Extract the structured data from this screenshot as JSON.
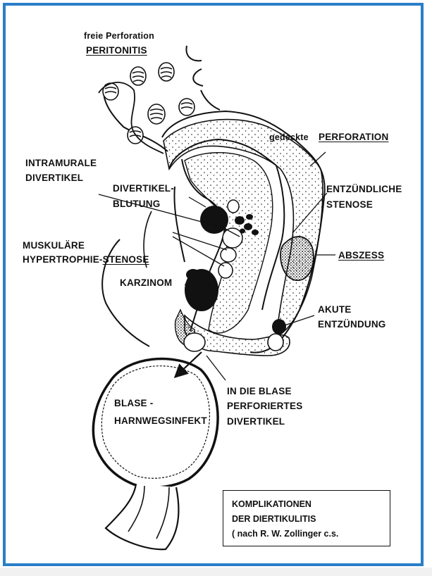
{
  "labels": {
    "freie_perforation": "freie Perforation",
    "peritonitis": "PERITONITIS",
    "gedeckte": "gedeckte",
    "perforation": "PERFORATION",
    "intramurale_1": "INTRAMURALE",
    "intramurale_2": "DIVERTIKEL",
    "blutung_1": "DIVERTIKEL-",
    "blutung_2": "BLUTUNG",
    "entzuendliche_1": "ENTZÜNDLICHE",
    "entzuendliche_2": "STENOSE",
    "muskulaere_1": "MUSKULÄRE",
    "muskulaere_2a": "HYPERTROPHIE-",
    "muskulaere_2b": "STENOSE",
    "abszess": "ABSZESS",
    "karzinom": "KARZINOM",
    "akute_1": "AKUTE",
    "akute_2": "ENTZÜNDUNG",
    "blase_1": "BLASE -",
    "blase_2": "HARNWEGSINFEKT",
    "in_die_1": "IN DIE BLASE",
    "in_die_2": "PERFORIERTES",
    "in_die_3": "DIVERTIKEL"
  },
  "legend": {
    "line1": "KOMPLIKATIONEN",
    "line2": "DER DIERTIKULITIS",
    "line3": "( nach R. W. Zollinger c.s."
  },
  "colors": {
    "frame": "#2a7ec8",
    "ink": "#111111"
  }
}
